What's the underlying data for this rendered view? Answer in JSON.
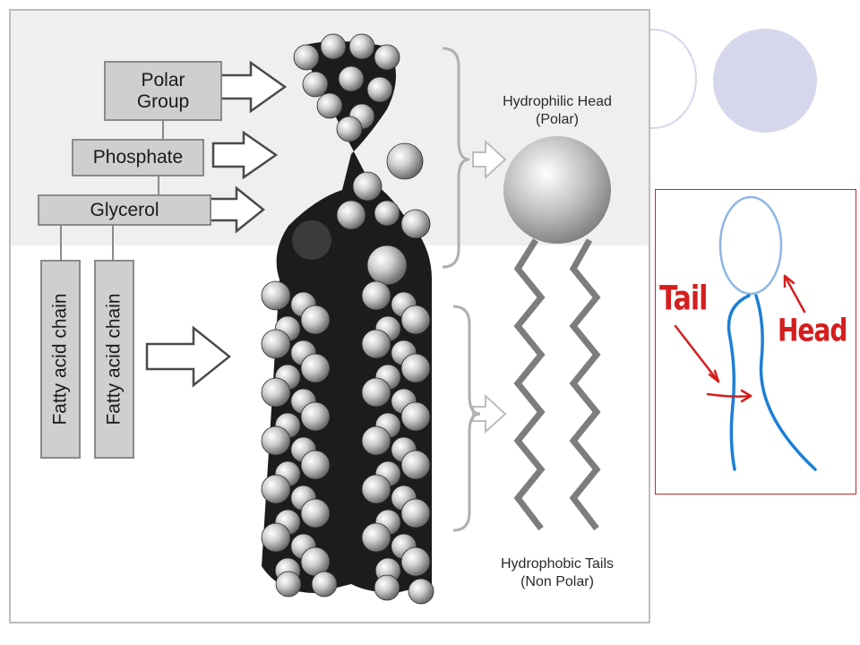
{
  "diagram": {
    "labels": {
      "polar_group": "Polar Group",
      "phosphate": "Phosphate",
      "glycerol": "Glycerol",
      "fatty_chain_1": "Fatty acid chain",
      "fatty_chain_2": "Fatty acid chain",
      "hydrophilic_head": "Hydrophilic Head\n(Polar)",
      "hydrophobic_tails": "Hydrophobic Tails\n(Non Polar)"
    }
  },
  "inset": {
    "tail_label": "Tail",
    "head_label": "Head"
  },
  "colors": {
    "border_red": "#c0282d",
    "sketch_blue": "#1e7fd6",
    "head_outline": "#8fb6e6",
    "annotation_red": "#d41e1e",
    "deco_lavender": "#d6d6ec"
  }
}
